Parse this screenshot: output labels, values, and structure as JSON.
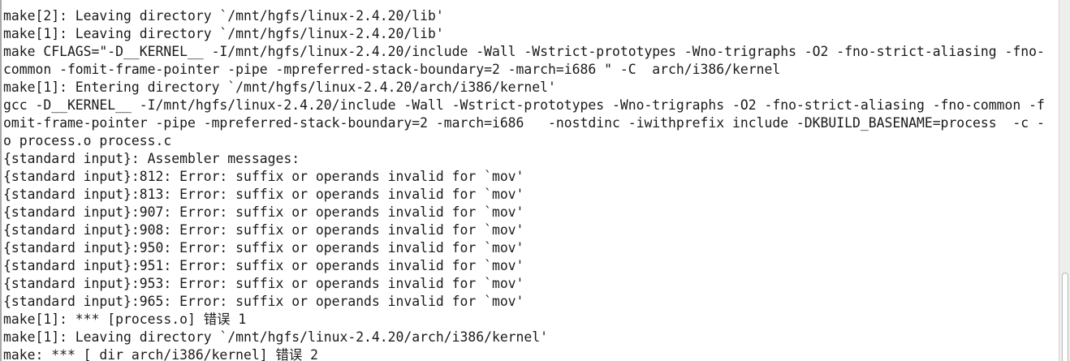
{
  "terminal": {
    "lines": [
      "make[2]: Leaving directory `/mnt/hgfs/linux-2.4.20/lib'",
      "make[1]: Leaving directory `/mnt/hgfs/linux-2.4.20/lib'",
      "make CFLAGS=\"-D__KERNEL__ -I/mnt/hgfs/linux-2.4.20/include -Wall -Wstrict-prototypes -Wno-trigraphs -O2 -fno-strict-aliasing -fno-",
      "common -fomit-frame-pointer -pipe -mpreferred-stack-boundary=2 -march=i686 \" -C  arch/i386/kernel",
      "make[1]: Entering directory `/mnt/hgfs/linux-2.4.20/arch/i386/kernel'",
      "gcc -D__KERNEL__ -I/mnt/hgfs/linux-2.4.20/include -Wall -Wstrict-prototypes -Wno-trigraphs -O2 -fno-strict-aliasing -fno-common -f",
      "omit-frame-pointer -pipe -mpreferred-stack-boundary=2 -march=i686   -nostdinc -iwithprefix include -DKBUILD_BASENAME=process  -c -",
      "o process.o process.c",
      "{standard input}: Assembler messages:",
      "{standard input}:812: Error: suffix or operands invalid for `mov'",
      "{standard input}:813: Error: suffix or operands invalid for `mov'",
      "{standard input}:907: Error: suffix or operands invalid for `mov'",
      "{standard input}:908: Error: suffix or operands invalid for `mov'",
      "{standard input}:950: Error: suffix or operands invalid for `mov'",
      "{standard input}:951: Error: suffix or operands invalid for `mov'",
      "{standard input}:953: Error: suffix or operands invalid for `mov'",
      "{standard input}:965: Error: suffix or operands invalid for `mov'",
      "make[1]: *** [process.o] 错误 1",
      "make[1]: Leaving directory `/mnt/hgfs/linux-2.4.20/arch/i386/kernel'",
      "make: *** [_dir_arch/i386/kernel] 错误 2"
    ]
  },
  "colors": {
    "background": "#ffffff",
    "text": "#1a1a1a"
  }
}
